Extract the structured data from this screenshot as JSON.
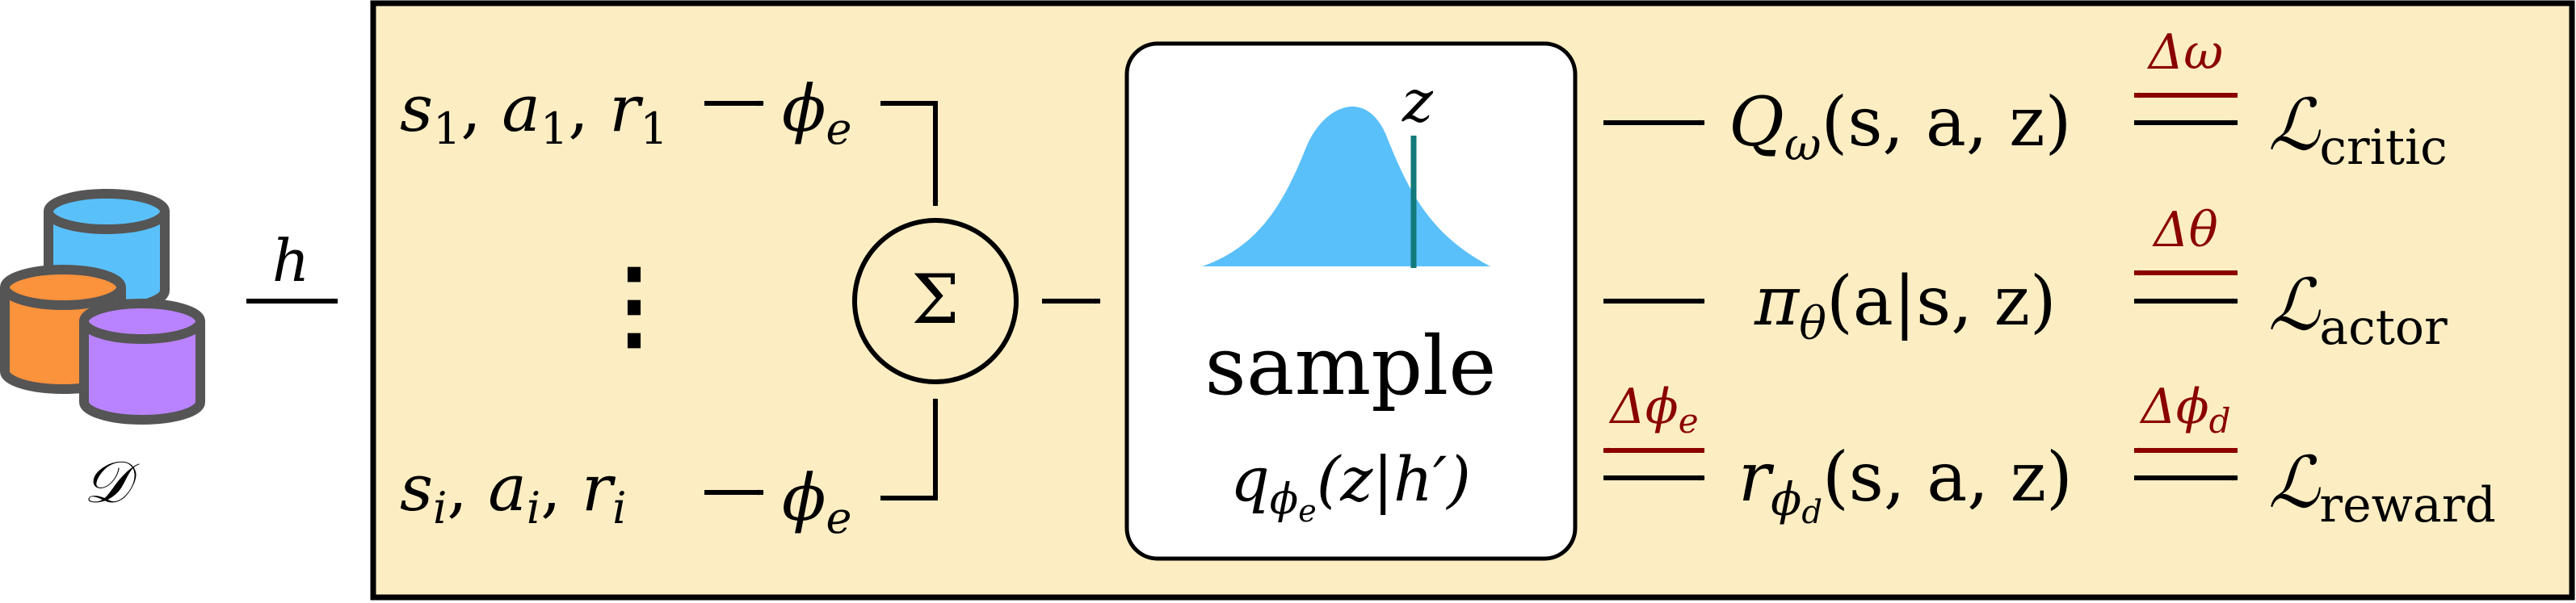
{
  "colors": {
    "panel_fill": "#fcedc3",
    "panel_stroke": "#000000",
    "arrow": "#000000",
    "gradient_arrow": "#8a0000",
    "gaussian": "#5ac0fa",
    "z_marker": "#127a7a",
    "db_blue": "#5ac0fa",
    "db_orange": "#fb923c",
    "db_purple": "#b983ff",
    "db_outline": "#555555"
  },
  "dataset": {
    "label": "𝒟",
    "icon": "database-stack-icon"
  },
  "history": {
    "label": "h"
  },
  "encoder_inputs": {
    "first": {
      "s": "s",
      "a": "a",
      "r": "r",
      "sub": "1",
      "encoder": "ϕ",
      "encoder_sub": "e"
    },
    "dots": "⋮",
    "last": {
      "s": "s",
      "a": "a",
      "r": "r",
      "sub": "i",
      "encoder": "ϕ",
      "encoder_sub": "e"
    }
  },
  "aggregator": {
    "symbol": "Σ"
  },
  "sampler": {
    "z_label": "z",
    "title": "sample",
    "posterior": {
      "q": "q",
      "sub": "ϕ",
      "subsub": "e",
      "body": "(z|h′)"
    }
  },
  "heads": [
    {
      "name": "Q",
      "sub": "ω",
      "args": "(s, a, z)",
      "loss_main": "ℒ",
      "loss_sub": "critic",
      "grad": "Δω",
      "encoder_grad": ""
    },
    {
      "name": "π",
      "sub": "θ",
      "args": "(a|s, z)",
      "loss_main": "ℒ",
      "loss_sub": "actor",
      "grad": "Δθ",
      "encoder_grad": ""
    },
    {
      "name": "r",
      "sub": "ϕ",
      "subsub": "d",
      "args": "(s, a, z)",
      "loss_main": "ℒ",
      "loss_sub": "reward",
      "grad": "Δϕ",
      "grad_sub": "d",
      "encoder_grad": "Δϕ",
      "encoder_grad_sub": "e"
    }
  ]
}
